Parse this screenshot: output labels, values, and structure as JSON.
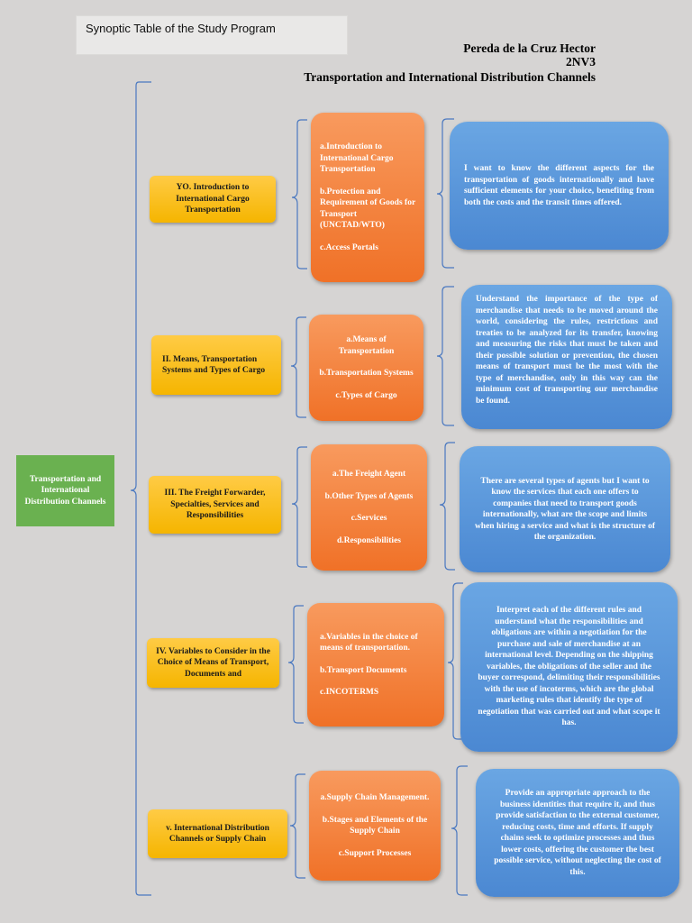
{
  "header": {
    "title": "Synoptic Table of the Study Program",
    "author": "Pereda de la Cruz Hector",
    "group": "2NV3",
    "subject": "Transportation and International Distribution Channels"
  },
  "root": {
    "label": "Transportation and International Distribution Channels"
  },
  "units": [
    {
      "title": "YO. Introduction to International Cargo Transportation",
      "topics": [
        "a.Introduction to International Cargo Transportation",
        "b.Protection and Requirement of Goods for Transport (UNCTAD/WTO)",
        "c.Access Portals"
      ],
      "objective": "I want to know the different aspects for the transportation of goods internationally and have sufficient elements for your choice, benefiting from both the costs and the transit times offered."
    },
    {
      "title": "II. Means, Transportation Systems and Types of Cargo",
      "topics": [
        "a.Means of Transportation",
        "b.Transportation Systems",
        "c.Types of Cargo"
      ],
      "objective": "Understand the importance of the type of merchandise that needs to be moved around the world, considering the rules, restrictions and treaties to be analyzed for its transfer, knowing and measuring the risks that must be taken and their possible solution or prevention, the chosen means of transport must be the most with the type of merchandise, only in this way can the minimum cost of transporting our merchandise be found."
    },
    {
      "title": "III. The Freight Forwarder, Specialties, Services and Responsibilities",
      "topics": [
        "a.The Freight Agent",
        "b.Other Types of Agents",
        "c.Services",
        "d.Responsibilities"
      ],
      "objective": "There are several types of agents but I want to know the services that each one offers to companies that need to transport goods internationally, what are the scope and limits when hiring a service and what is the structure of the organization."
    },
    {
      "title": "IV. Variables to Consider in the Choice of Means of Transport, Documents and",
      "topics": [
        "a.Variables in the choice of means of transportation.",
        "b.Transport Documents",
        "c.INCOTERMS"
      ],
      "objective": "Interpret each of the different rules and understand what the responsibilities and obligations are within a negotiation for the purchase and sale of merchandise at an international level. Depending on the shipping variables, the obligations of the seller and the buyer correspond, delimiting their responsibilities with the use of incoterms, which are the global marketing rules that identify the type of negotiation that was carried out and what scope it has."
    },
    {
      "title": "v. International Distribution Channels or Supply Chain",
      "topics": [
        "a.Supply Chain Management.",
        "b.Stages and Elements of the Supply Chain",
        "c.Support Processes"
      ],
      "objective": "Provide an appropriate approach to the business identities that require it, and thus provide satisfaction to the external customer, reducing costs, time and efforts. If supply chains seek to optimize processes and thus lower costs, offering the customer the best possible service, without neglecting the cost of this."
    }
  ],
  "colors": {
    "background": "#d6d4d3",
    "root": "#6ab150",
    "unit": "#f7bd1c",
    "topics": "#f07d3a",
    "objective": "#5a97db",
    "bracket": "#4a78c0"
  }
}
